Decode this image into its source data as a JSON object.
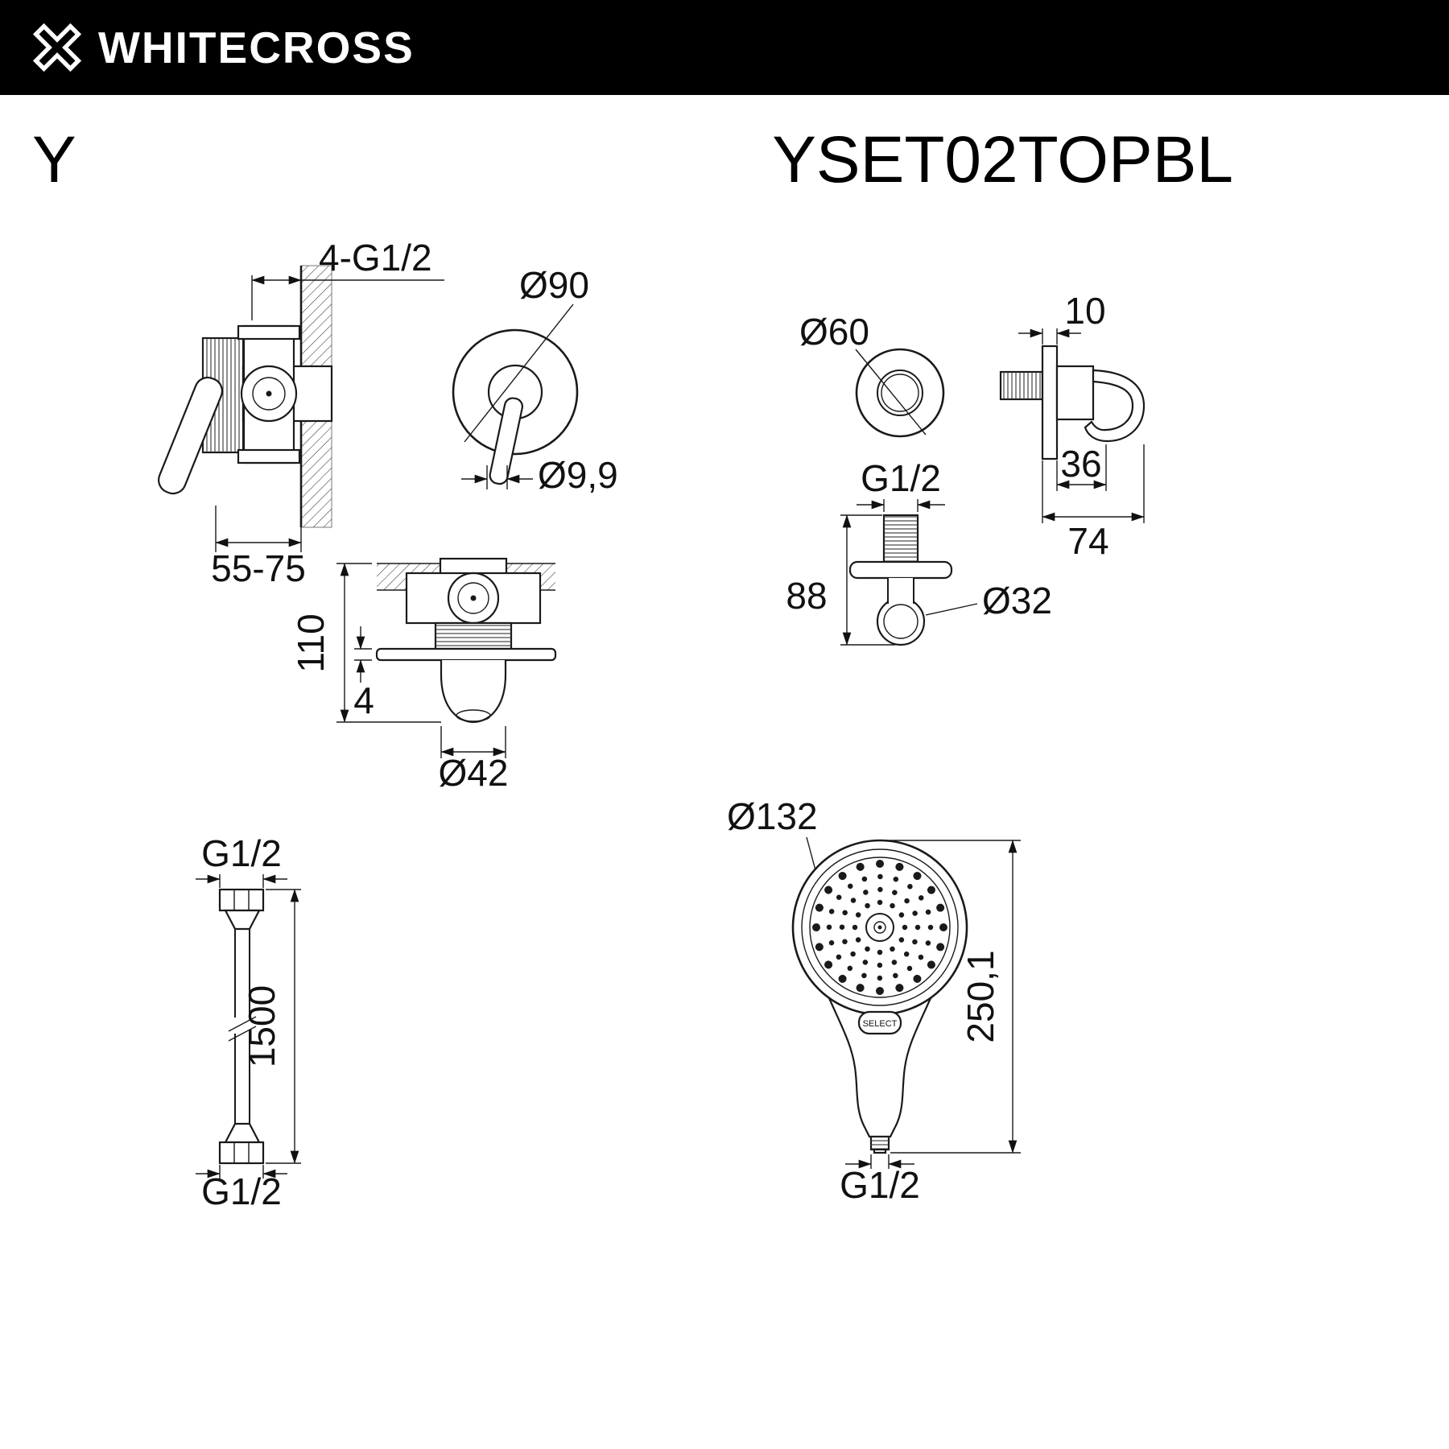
{
  "header": {
    "brand": "WHITECROSS"
  },
  "title": {
    "series": "Y",
    "model": "YSET02TOPBL"
  },
  "views": {
    "mixer_side": {
      "dim_ports": "4-G1/2",
      "dim_depth": "55-75"
    },
    "mixer_front": {
      "dim_diameter": "Ø90",
      "dim_handle_tip": "Ø9,9"
    },
    "mixer_section": {
      "dim_projection": "110",
      "dim_plate_thickness": "4",
      "dim_spout_diameter": "Ø42"
    },
    "outlet_front": {
      "dim_diameter": "Ø60"
    },
    "outlet_side": {
      "dim_plate_thickness": "10",
      "dim_body_depth": "36",
      "dim_total_depth": "74"
    },
    "outlet_holder": {
      "dim_thread": "G1/2",
      "dim_height": "88",
      "dim_diameter": "Ø32"
    },
    "hose": {
      "dim_thread_top": "G1/2",
      "dim_length": "1500",
      "dim_thread_bottom": "G1/2"
    },
    "handshower": {
      "dim_head_diameter": "Ø132",
      "dim_length": "250,1",
      "dim_thread": "G1/2",
      "button_label": "SELECT"
    }
  }
}
